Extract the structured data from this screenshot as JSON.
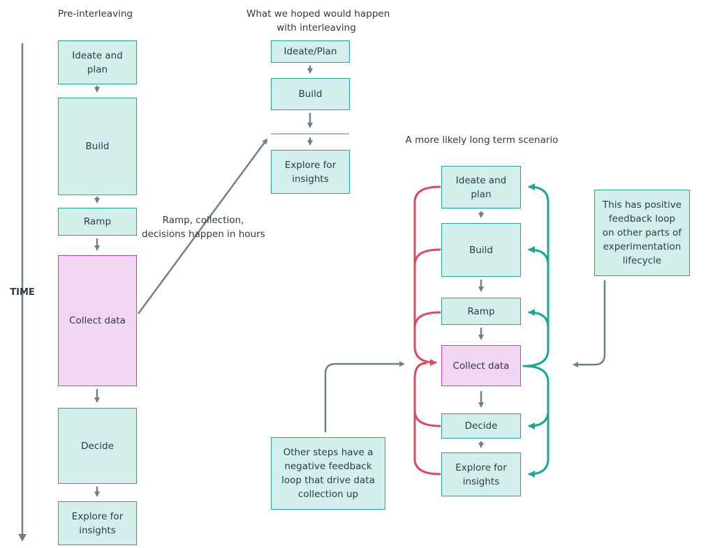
{
  "titles": {
    "pre": "Pre-interleaving",
    "hoped_line1": "What we hoped would happen",
    "hoped_line2": "with interleaving",
    "likely": "A more likely long term scenario"
  },
  "time_label": "TIME",
  "pre_steps": {
    "ideate": "Ideate and plan",
    "build": "Build",
    "ramp": "Ramp",
    "collect": "Collect data",
    "decide": "Decide",
    "explore": "Explore for insights"
  },
  "hoped_steps": {
    "ideate": "Ideate/Plan",
    "build": "Build",
    "explore": "Explore for insights"
  },
  "likely_steps": {
    "ideate": "Ideate and plan",
    "build": "Build",
    "ramp": "Ramp",
    "collect": "Collect data",
    "decide": "Decide",
    "explore": "Explore for insights"
  },
  "annotations": {
    "ramp_hours_line1": "Ramp, collection,",
    "ramp_hours_line2": "decisions happen in hours",
    "positive_note": "This has positive feedback loop on other parts of experimentation lifecycle",
    "negative_note": "Other steps have a negative feedback loop that drive data collection up"
  },
  "colors": {
    "step_fill": "#d3efec",
    "step_border": "#20a79a",
    "collect_fill": "#f2d5f3",
    "collect_border": "#c23fd0",
    "arrow_gray": "#6f7f8c",
    "negative_loop": "#d94a5f",
    "positive_loop": "#1aa797"
  }
}
